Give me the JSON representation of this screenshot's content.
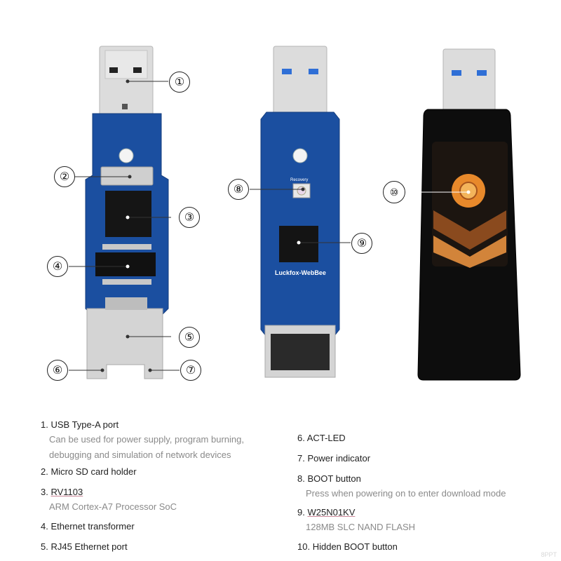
{
  "callouts": [
    "①",
    "②",
    "③",
    "④",
    "⑤",
    "⑥",
    "⑦",
    "⑧",
    "⑨",
    "⑩"
  ],
  "board_silkscreen": {
    "recovery": "Recovery",
    "brand": "Luckfox-WebBee"
  },
  "legend_left": [
    {
      "num": "1.",
      "title": "USB Type-A port",
      "desc": [
        "Can be used for power supply, program burning,",
        "debugging and simulation of network devices"
      ]
    },
    {
      "num": "2.",
      "title": "Micro SD card holder",
      "desc": []
    },
    {
      "num": "3.",
      "title": "RV1103",
      "desc": [
        "ARM Cortex-A7 Processor SoC"
      ]
    },
    {
      "num": "4.",
      "title": "Ethernet transformer",
      "desc": []
    },
    {
      "num": "5.",
      "title": "RJ45 Ethernet port",
      "desc": []
    }
  ],
  "legend_right": [
    {
      "num": "6.",
      "title": "ACT-LED",
      "desc": []
    },
    {
      "num": "7.",
      "title": "Power indicator",
      "desc": []
    },
    {
      "num": "8.",
      "title": "BOOT button",
      "desc": [
        "Press when powering on to enter download mode"
      ]
    },
    {
      "num": "9.",
      "title": "W25N01KV",
      "desc": [
        "128MB SLC NAND FLASH"
      ]
    },
    {
      "num": "10.",
      "title": "Hidden BOOT button",
      "desc": []
    }
  ],
  "watermark": "8PPT",
  "colors": {
    "pcb": "#1b4fa0",
    "usb_metal": "#d9d9d9",
    "usb_blue": "#2f6fd6",
    "case": "#0d0d0d",
    "window_orange": "#e8892b"
  }
}
